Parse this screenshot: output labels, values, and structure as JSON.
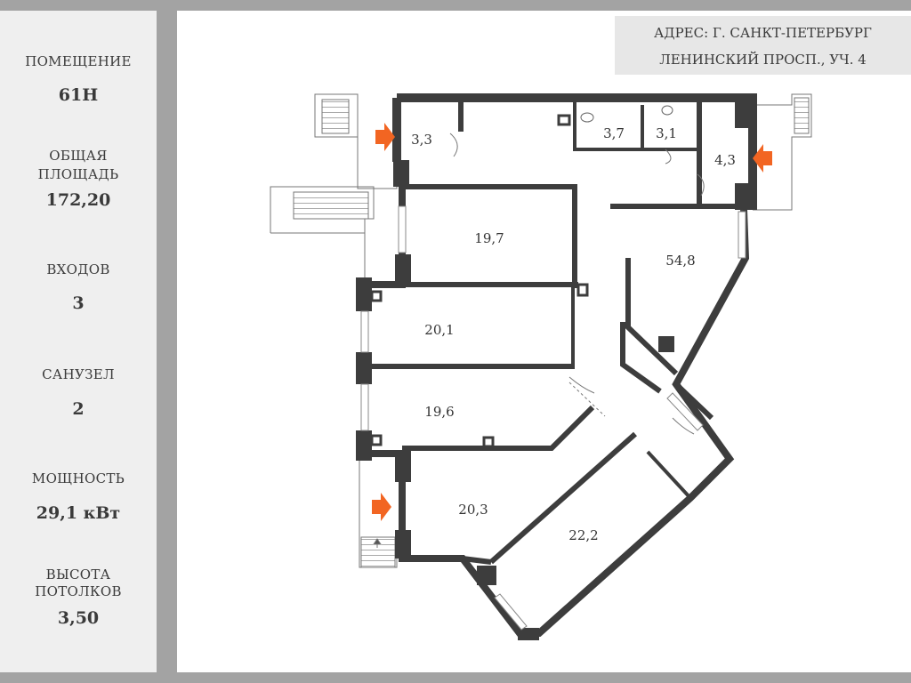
{
  "sidebar": {
    "premises_label": "ПОМЕЩЕНИЕ",
    "premises_value": "61Н",
    "area_label_1": "ОБЩАЯ",
    "area_label_2": "ПЛОЩАДЬ",
    "area_value": "172,20",
    "entrances_label": "ВХОДОВ",
    "entrances_value": "3",
    "bathroom_label": "САНУЗЕЛ",
    "bathroom_value": "2",
    "power_label": "МОЩНОСТЬ",
    "power_value": "29,1 кВт",
    "ceiling_label_1": "ВЫСОТА",
    "ceiling_label_2": "ПОТОЛКОВ",
    "ceiling_value": "3,50"
  },
  "address": {
    "line1": "АДРЕС: Г. САНКТ-ПЕТЕРБУРГ",
    "line2": "ЛЕНИНСКИЙ ПРОСП., УЧ. 4"
  },
  "rooms": {
    "r33": "3,3",
    "r37": "3,7",
    "r31": "3,1",
    "r43": "4,3",
    "r197": "19,7",
    "r548": "54,8",
    "r201": "20,1",
    "r196": "19,6",
    "r203": "20,3",
    "r222": "22,2"
  },
  "colors": {
    "wall": "#3d3d3d",
    "entrance_arrow": "#f26522",
    "sidebar_bg": "#efefef",
    "address_bg": "#e7e7e7"
  }
}
